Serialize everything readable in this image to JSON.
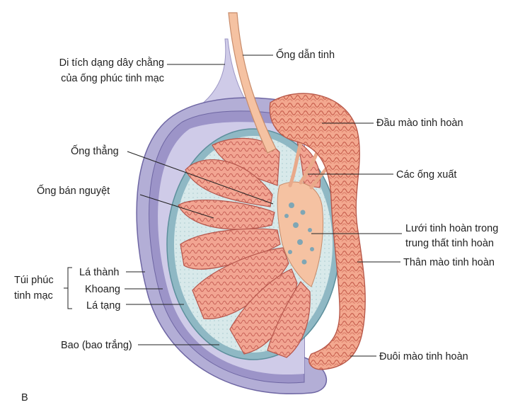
{
  "figure_letter": "B",
  "labels": {
    "remnant_line1": "Di tích dạng dây chằng",
    "remnant_line2": "của ống phúc tinh mạc",
    "ductus_deferens": "Ống dẫn tinh",
    "epididymis_head": "Đầu mào tinh hoàn",
    "straight_tubule": "Ống thẳng",
    "efferent_ducts": "Các ống xuất",
    "seminiferous_tubule": "Ống bán nguyệt",
    "rete_line1": "Lưới tinh hoàn trong",
    "rete_line2": "trung thất tinh hoàn",
    "epididymis_body": "Thân mào tinh hoàn",
    "tunica_vaginalis_line1": "Túi phúc",
    "tunica_vaginalis_line2": "tinh mạc",
    "parietal_layer": "Lá thành",
    "cavity": "Khoang",
    "visceral_layer": "Lá tạng",
    "tunica_albuginea": "Bao (bao trắng)",
    "epididymis_tail": "Đuôi mào tinh hoàn"
  },
  "colors": {
    "tunica_outer": "#b3aed6",
    "tunica_inner": "#cfcbe8",
    "cavity": "#9c94c8",
    "albuginea": "#8fb8c4",
    "interstitium": "#d8e9ea",
    "tubule": "#f2a592",
    "tubule_dark": "#c9645a",
    "duct": "#f5c2a2",
    "epididymis": "#f3a88f"
  }
}
